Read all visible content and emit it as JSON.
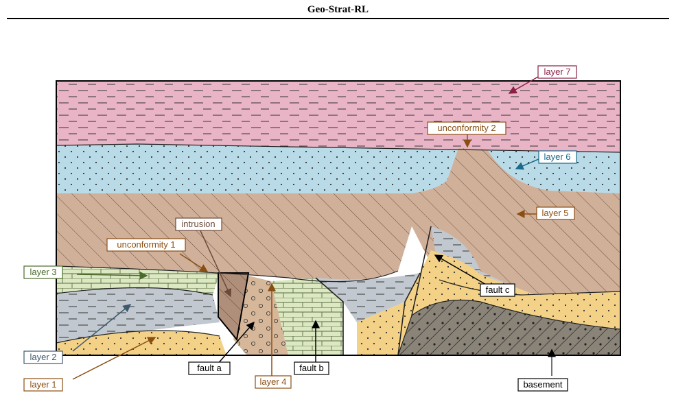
{
  "header": {
    "title": "Geo-Strat-RL"
  },
  "labels": {
    "layer7": "layer 7",
    "unconformity2": "unconformity 2",
    "layer6": "layer 6",
    "layer5": "layer 5",
    "intrusion": "intrusion",
    "unconformity1": "unconformity 1",
    "layer3": "layer 3",
    "layer2": "layer 2",
    "layer1": "layer 1",
    "fault_a": "fault a",
    "fault_b": "fault b",
    "fault_c": "fault c",
    "layer4": "layer 4",
    "basement": "basement"
  },
  "colors": {
    "layer7": "#e8b4c6",
    "layer6": "#b9dbe8",
    "layer5": "#d1b09a",
    "layer4": "#d6b79a",
    "layer3": "#dbe8c2",
    "layer2": "#c2c8cf",
    "layer1": "#f3d187",
    "basement": "#8a8377",
    "intrusion": "#b08f7a",
    "label_layer7": "#8c1f46",
    "label_unconformity": "#8a4e12",
    "label_layer6": "#1c6a8a",
    "label_layer5": "#8a4e12",
    "label_layer3": "#4a6a2a",
    "label_layer2": "#3e5a6e",
    "label_layer1": "#8a4e12",
    "label_intrusion": "#6b4a3a",
    "label_black": "#000000"
  }
}
